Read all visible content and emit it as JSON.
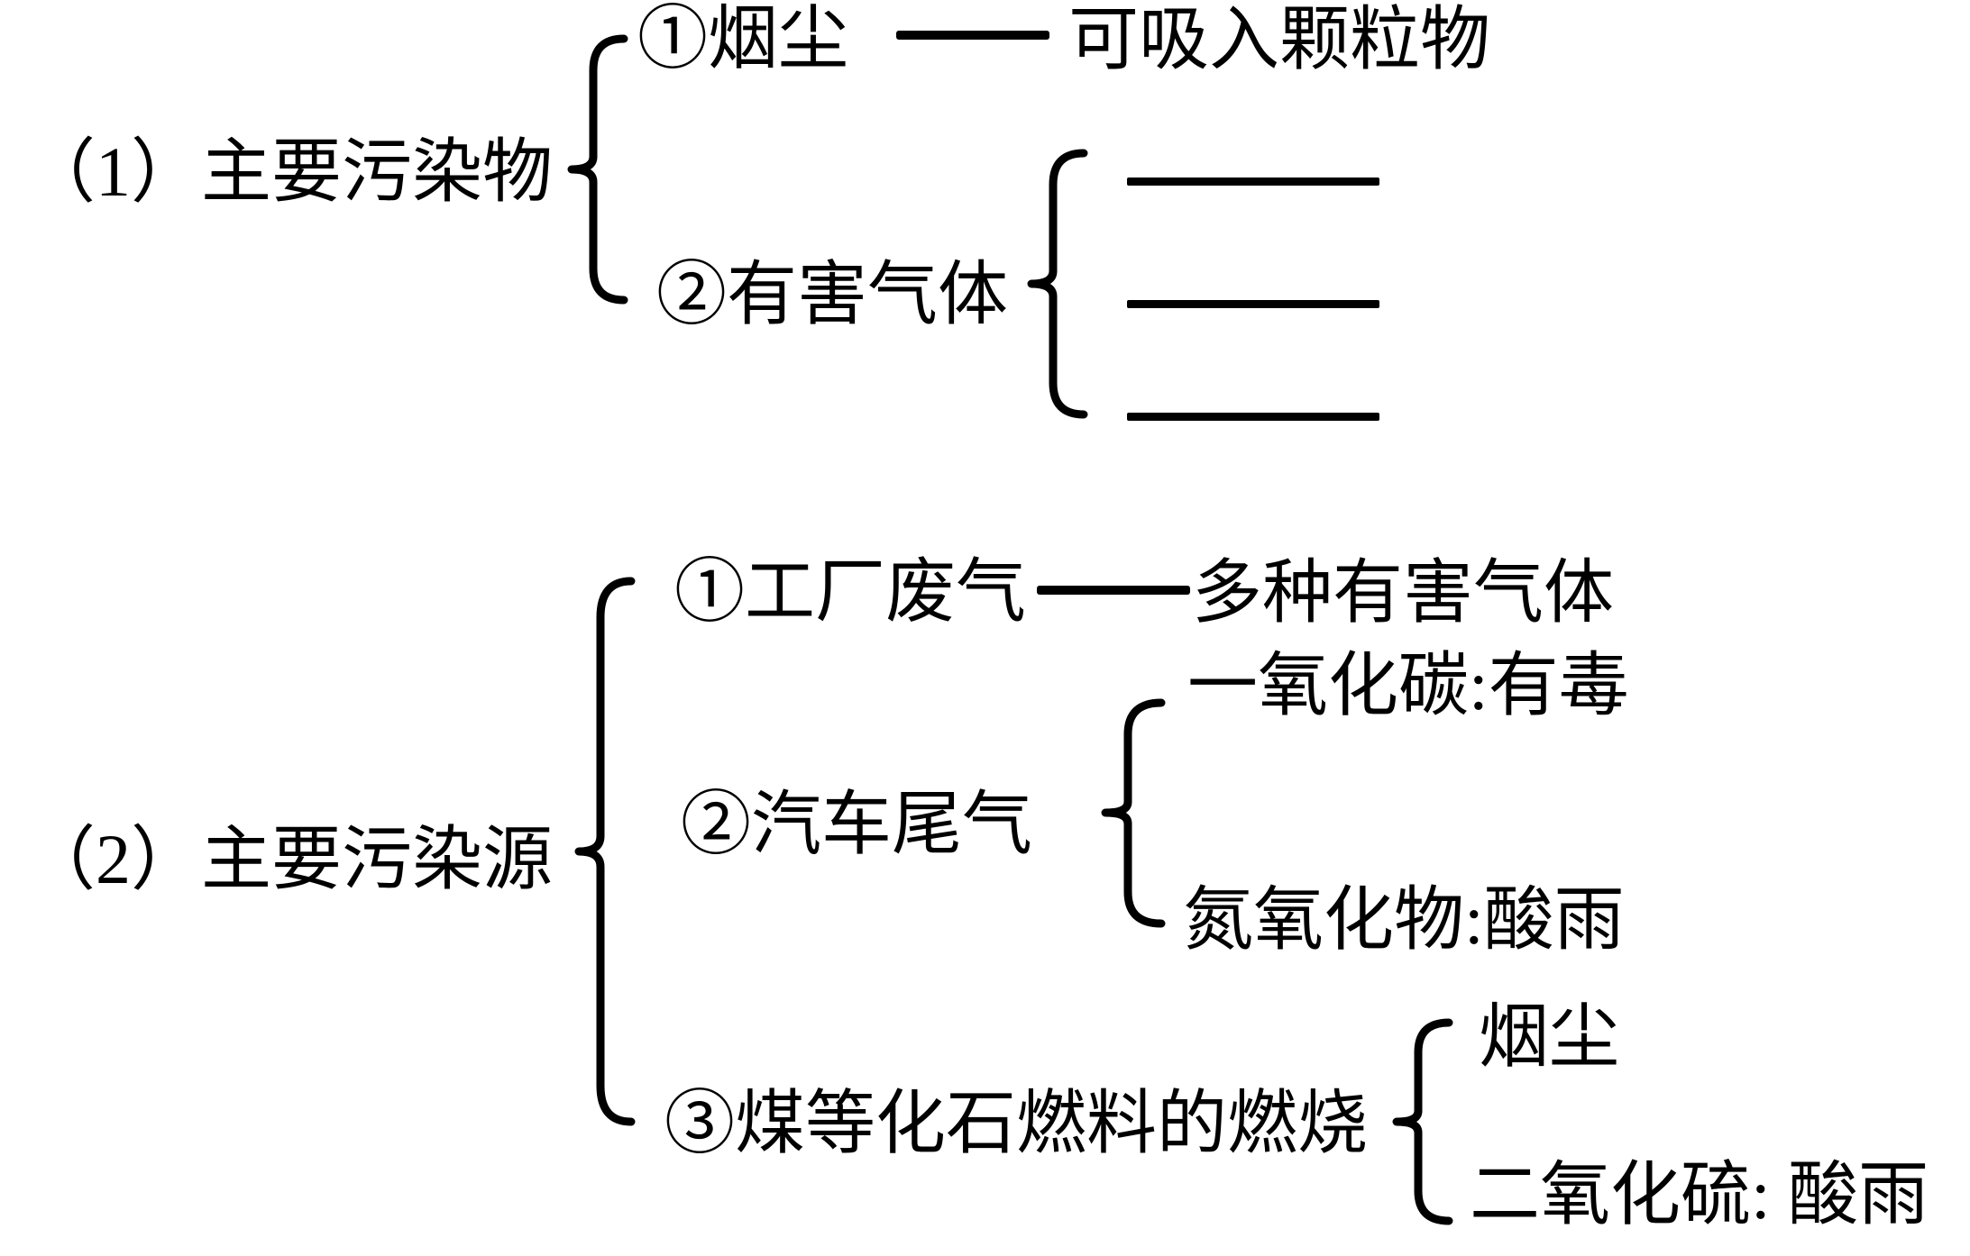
{
  "page": {
    "background": "#ffffff",
    "ink": "#000000"
  },
  "section1": {
    "label": "（1）主要污染物",
    "rows": [
      {
        "label": "①烟尘",
        "connector": "line",
        "target": "可吸入颗粒物"
      },
      {
        "label": "②有害气体",
        "blanks": 3
      }
    ]
  },
  "section2": {
    "label": "（2）主要污染源",
    "rows": [
      {
        "label": "①工厂废气",
        "connector": "line",
        "target": "多种有害气体"
      },
      {
        "label": "②汽车尾气",
        "children": [
          "一氧化碳:有毒",
          "氮氧化物:酸雨"
        ]
      },
      {
        "label": "③煤等化石燃料的燃烧",
        "children": [
          "烟尘",
          "二氧化硫: 酸雨"
        ]
      }
    ]
  }
}
